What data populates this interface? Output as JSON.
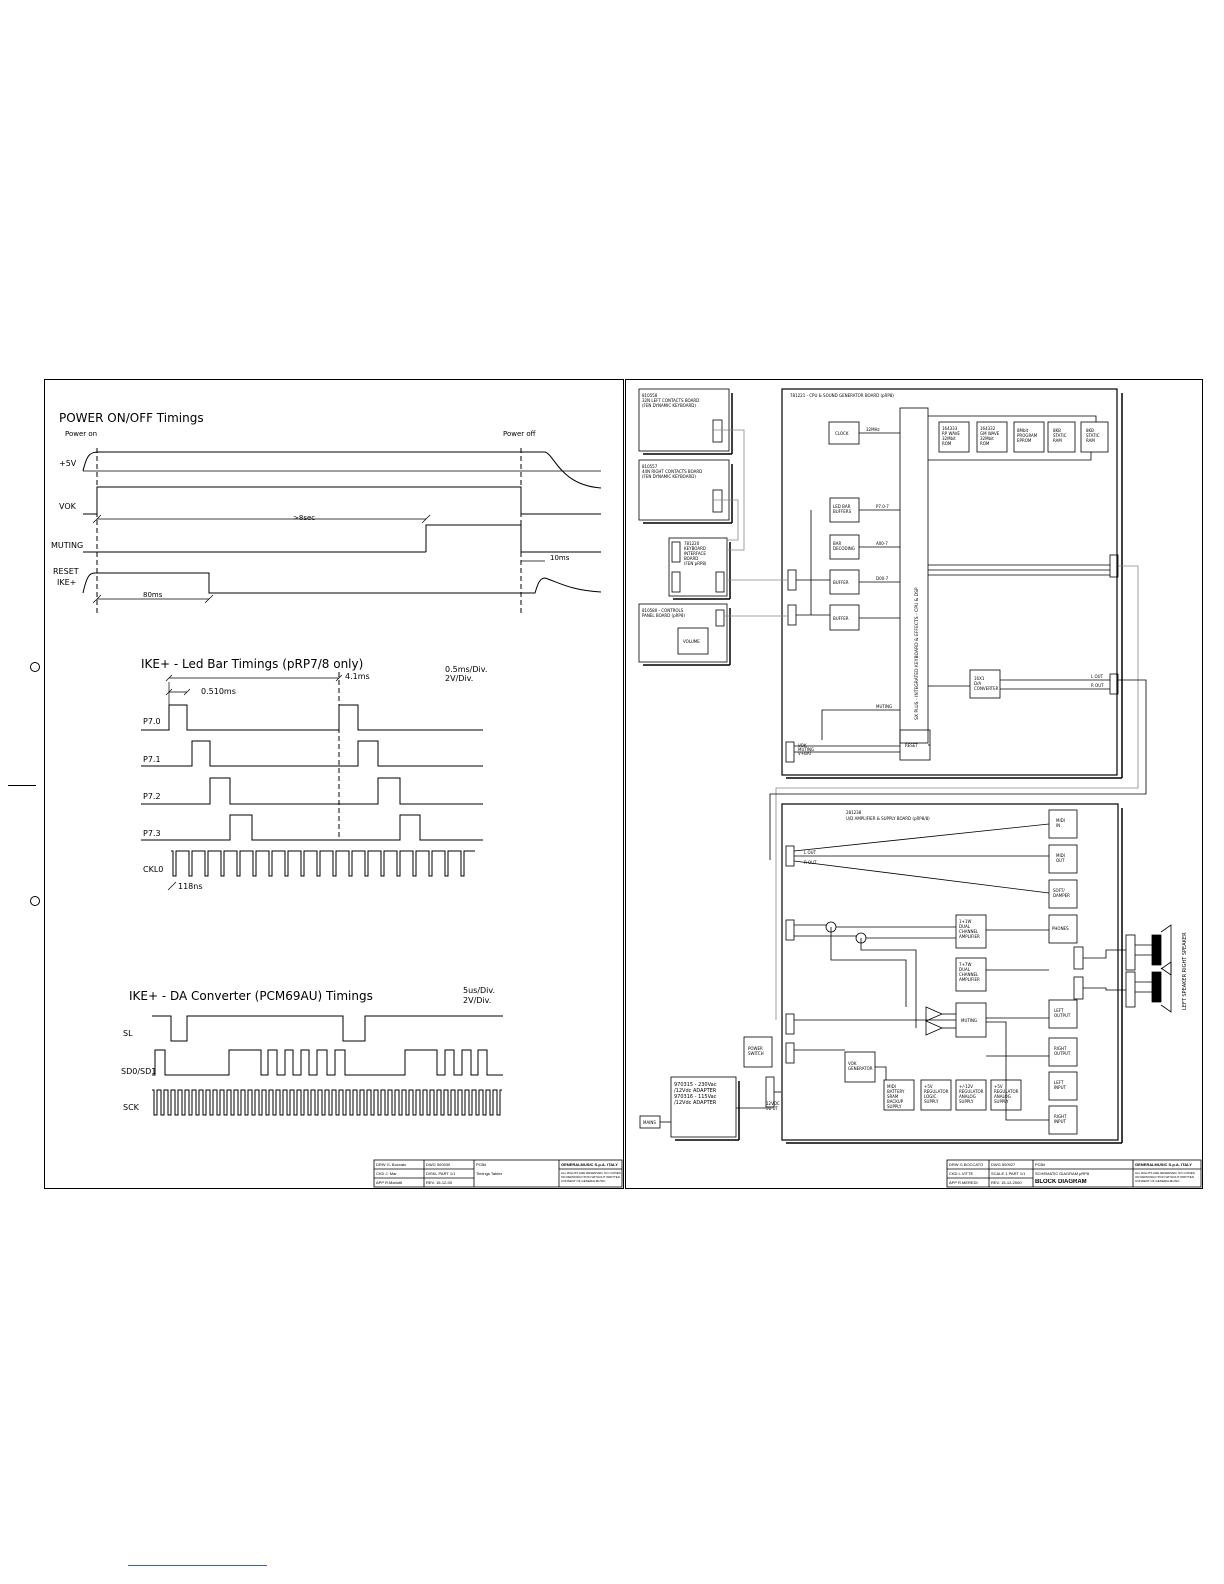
{
  "timing_sheet": {
    "power": {
      "title": "POWER ON/OFF Timings",
      "power_on": "Power on",
      "power_off": "Power off",
      "signals": [
        "+5V",
        "VOK",
        "MUTING",
        "RESET",
        "IKE+"
      ],
      "t_gt_8sec": ">8sec",
      "t_80ms": "80ms",
      "t_10ms": "10ms"
    },
    "ledbar": {
      "title": "IKE+ - Led Bar Timings (pRP7/8 only)",
      "scale1": "0.5ms/Div.",
      "scale2": "2V/Div.",
      "t1": "0.510ms",
      "t2": "4.1ms",
      "t3": "118ns",
      "signals": [
        "P7.0",
        "P7.1",
        "P7.2",
        "P7.3",
        "CKL0"
      ]
    },
    "da": {
      "title": "IKE+ - DA Converter (PCM69AU) Timings",
      "scale1": "5us/Div.",
      "scale2": "2V/Div.",
      "signals": [
        "SL",
        "SD0/SD1",
        "SCK"
      ]
    },
    "title_block": {
      "drw": "DRW G. Boccato",
      "chk": "CKD J. Mar",
      "app": "APP R.Mariotti",
      "dwg": "DWG 500930",
      "scale": "DISKL PART 1/1",
      "rev": "REV. 15-12-00",
      "pcb": "PCB#",
      "desc": "Timings Tables",
      "company": "GENERALMUSIC S.p.A. ITALY",
      "note": "ALL RIGHTS ARE RESERVED. NO COPIES OR REPRODUCTION WITHOUT WRITTEN CONSENT OF GENERALMUSIC."
    }
  },
  "block_sheet": {
    "cpu_board": "781221 - CPU & SOUND GENERATOR BOARD (pRP8)",
    "cpu_chip": "SX PLUS - INTEGRATED KEYBOARD & EFFECTS - CPU & DSP",
    "left_contacts": [
      "810558",
      "32N LEFT CONTACTS BOARD",
      "(FEN DYNAMIC KEYBOARD)"
    ],
    "right_contacts": [
      "810557",
      "44N RIGHT CONTACTS BOARD",
      "(FEN DYNAMIC KEYBOARD)"
    ],
    "keyboard_interface": [
      "781220",
      "KEYBOARD",
      "INTERFACE",
      "BOARD",
      "(FEN pRP8)"
    ],
    "controls_panel": [
      "810580 - CONTROLS",
      "PANEL BOARD (pRP8)"
    ],
    "volume": "VOLUME",
    "clock": "CLOCK",
    "memories": [
      [
        "164333",
        "RP WAVE",
        "32Mbit",
        "ROM"
      ],
      [
        "164332",
        "GM WAVE",
        "32Mbit",
        "ROM"
      ],
      [
        "8Mbit",
        "PROGRAM",
        "EPROM"
      ],
      [
        "8KB",
        "STATIC",
        "RAM"
      ],
      [
        "8KB",
        "STATIC",
        "RAM"
      ]
    ],
    "led_bar_buffers": [
      "LED BAR",
      "BUFFERS"
    ],
    "bar_decoding": [
      "BAR",
      "DECODING"
    ],
    "buffer1": "BUFFER",
    "buffer2": "BUFFER",
    "dac": [
      "16X1",
      "D/A",
      "CONVERTER"
    ],
    "reset": "RESET",
    "amp_board": [
      "281238",
      "U/D AMPLIFIER & SUPPLY BOARD (pRP8/8)"
    ],
    "midi_in": [
      "MIDI",
      "IN"
    ],
    "midi_out": [
      "MIDI",
      "OUT"
    ],
    "soft_damper": [
      "SOFT/",
      "DAMPER"
    ],
    "phones": "PHONES",
    "amp1": [
      "1+1W",
      "DUAL",
      "CHANNEL",
      "AMPLIFIER"
    ],
    "amp2": [
      "7+7W",
      "DUAL",
      "CHANNEL",
      "AMPLIFIER"
    ],
    "muting": "MUTING",
    "left_output": [
      "LEFT",
      "OUTPUT"
    ],
    "right_output": [
      "RIGHT",
      "OUTPUT"
    ],
    "left_input": [
      "LEFT",
      "INPUT"
    ],
    "right_input": [
      "RIGHT",
      "INPUT"
    ],
    "power_switch": [
      "POWER",
      "SWITCH"
    ],
    "vok_generator": [
      "VOK",
      "GENERATOR"
    ],
    "supplies": [
      [
        "MIDI",
        "BATTERY",
        "SRAM",
        "BACKUP",
        "SUPPLY"
      ],
      [
        "+5V",
        "REGULATOR",
        "LOGIC",
        "SUPPLY"
      ],
      [
        "+/-12V",
        "REGULATOR",
        "ANALOG",
        "SUPPLY"
      ],
      [
        "+5V",
        "REGULATOR",
        "ANALOG",
        "SUPPLY"
      ]
    ],
    "dc_input": [
      "12VDC",
      "INPUT"
    ],
    "adapter": [
      "970315 - 230Vac",
      "/12Vdc ADAPTER",
      "970316 - 115Vac",
      "/12Vdc ADAPTER"
    ],
    "mains": "MAINS",
    "speakers": "LEFT SPEAKER   RIGHT SPEAKER",
    "signal_labels": [
      "L OUT",
      "R OUT",
      "VOK",
      "MUTING",
      "V+BAT",
      "P7.0-7",
      "A00-7",
      "D00-7",
      "32MHz",
      "MUTING",
      "L OUT",
      "R OUT"
    ],
    "title_block": {
      "drw": "DRW G.BOCCATO",
      "chk": "CKD L.VITTE",
      "app": "APP R.MEREDI",
      "dwg": "DWG 500927",
      "scale": "SCALE 1 PART 1/1",
      "rev": "REV. 15-12-2000",
      "pcb": "PCB#",
      "desc": "SCHEMATIC DIAGRAM pRP8",
      "name": "BLOCK DIAGRAM",
      "company": "GENERALMUSIC S.p.A. ITALY",
      "note": "ALL RIGHTS ARE RESERVED. NO COPIES OR REPRODUCTION WITHOUT WRITTEN CONSENT OF GENERALMUSIC."
    }
  },
  "colors": {
    "ink": "#000000",
    "paper": "#ffffff",
    "link": "#3a5fcd",
    "grey": "#888888"
  }
}
